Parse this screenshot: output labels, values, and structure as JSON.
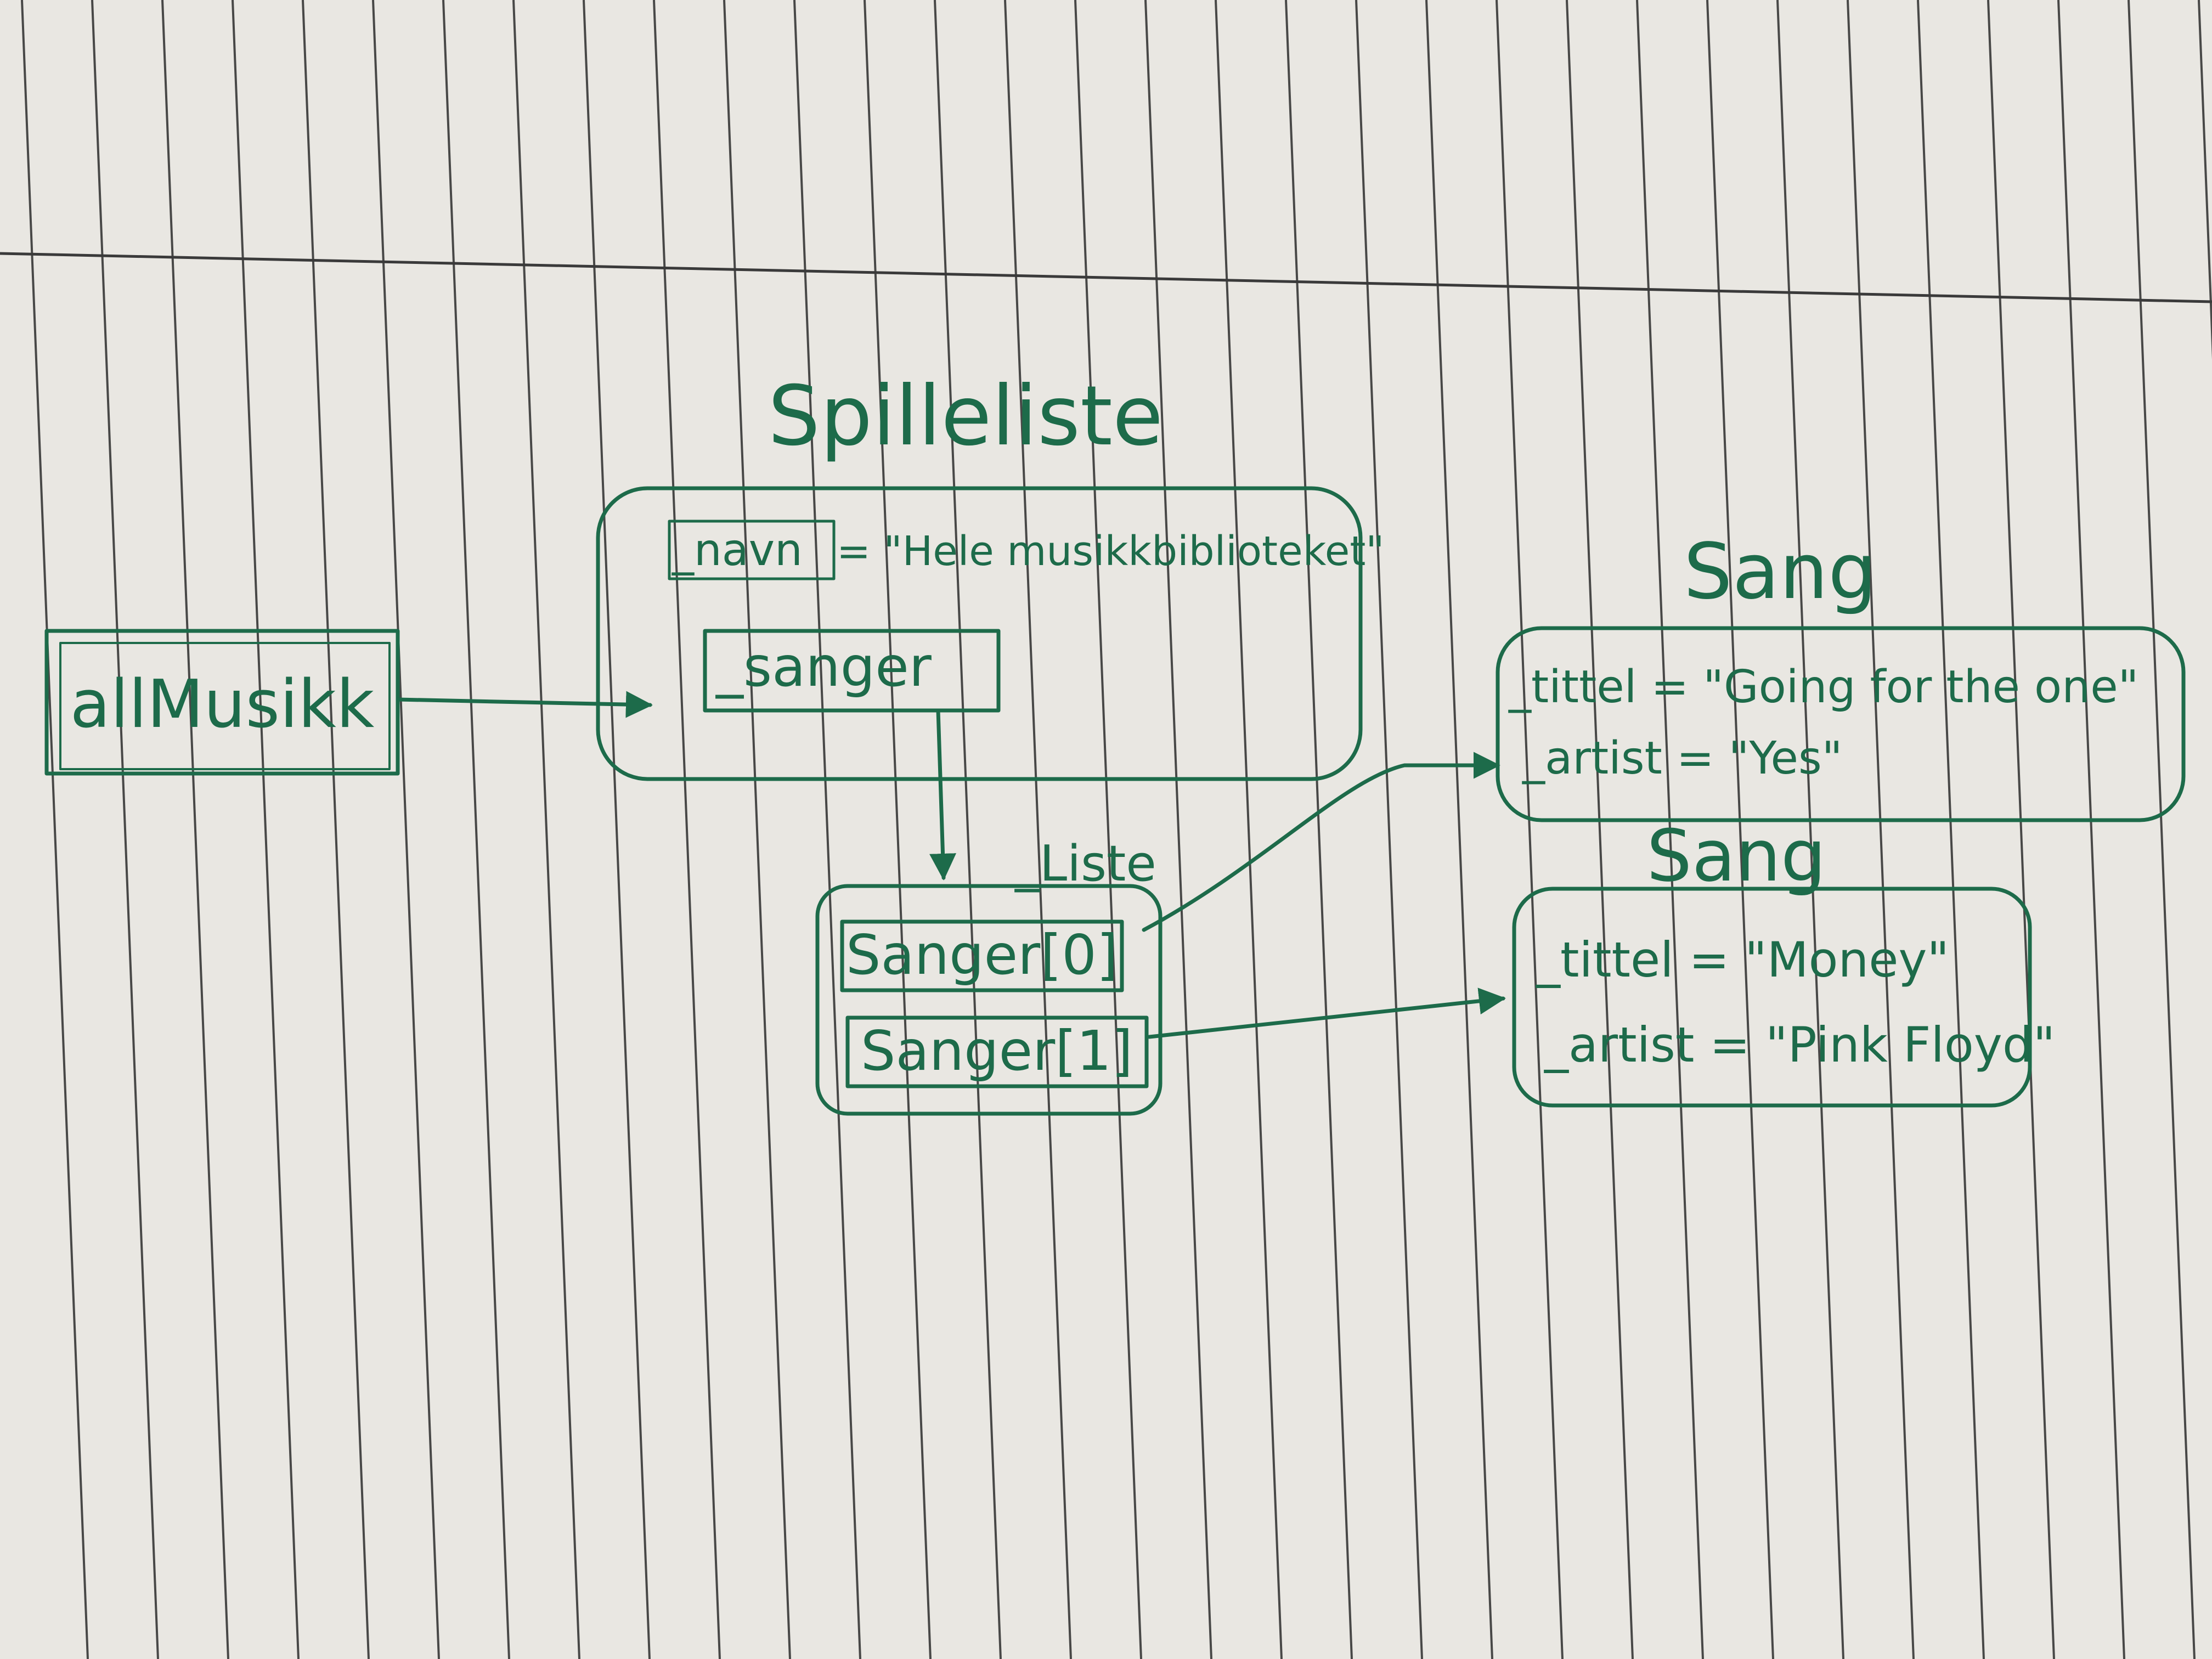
{
  "ink_color": "#1d6b4a",
  "paper_color": "#e9e7e2",
  "rule_color": "#2b2b2b",
  "variable": {
    "label": "allMusikk"
  },
  "spilleliste": {
    "title": "Spilleliste",
    "field_navn_name": "_navn",
    "field_navn_value": "= \"Hele musikkbiblioteket\"",
    "field_sanger_name": "_sanger"
  },
  "liste": {
    "label": "_Liste",
    "items": [
      "Sanger[0]",
      "Sanger[1]"
    ]
  },
  "sang1": {
    "title": "Sang",
    "tittel": "_tittel = \"Going for the one\"",
    "artist": "_artist = \"Yes\""
  },
  "sang2": {
    "title": "Sang",
    "tittel": "_tittel = \"Money\"",
    "artist": "_artist = \"Pink Floyd\""
  }
}
